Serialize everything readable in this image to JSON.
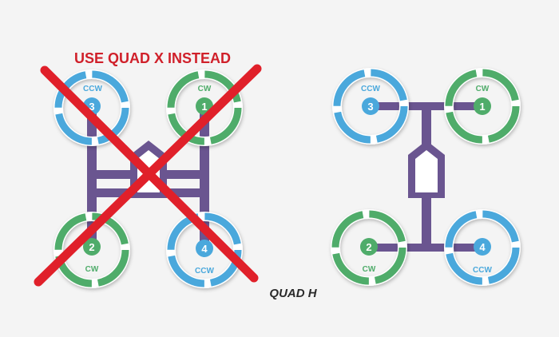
{
  "warning": {
    "text": "USE QUAD X INSTEAD",
    "color": "#d0202a"
  },
  "caption": {
    "text": "QUAD H"
  },
  "colors": {
    "ccw_ring": "#4aa8dc",
    "cw_ring": "#4fac6a",
    "frame": "#6a5590",
    "background": "#f4f4f4",
    "cross": "#e0202a"
  },
  "left_diagram": {
    "name": "quad-h",
    "crossed_out": true,
    "motors": [
      {
        "number": "3",
        "direction": "CCW"
      },
      {
        "number": "1",
        "direction": "CW"
      },
      {
        "number": "2",
        "direction": "CW"
      },
      {
        "number": "4",
        "direction": "CCW"
      }
    ]
  },
  "right_diagram": {
    "name": "quad-x-alternative",
    "crossed_out": false,
    "motors": [
      {
        "number": "3",
        "direction": "CCW"
      },
      {
        "number": "1",
        "direction": "CW"
      },
      {
        "number": "2",
        "direction": "CW"
      },
      {
        "number": "4",
        "direction": "CCW"
      }
    ]
  }
}
